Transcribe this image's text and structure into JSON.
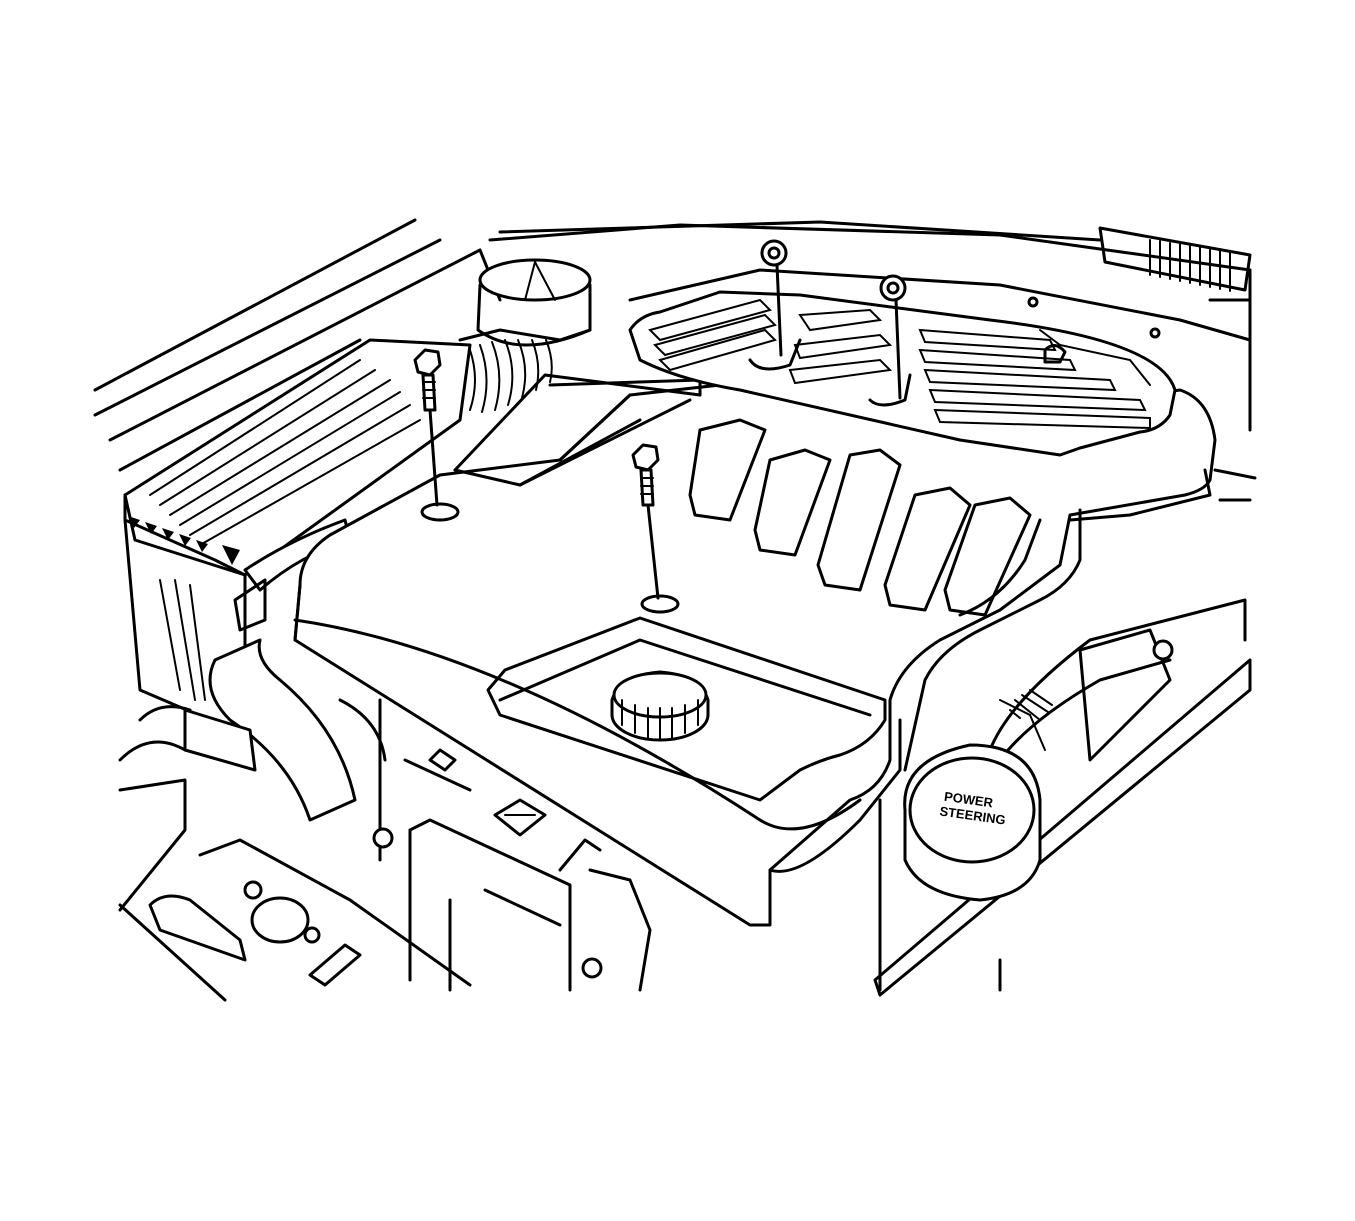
{
  "diagram": {
    "type": "engine-compartment-line-drawing",
    "cap_label_line1": "POWER",
    "cap_label_line2": "STEERING",
    "colors": {
      "line": "#000000",
      "background": "#ffffff"
    }
  }
}
